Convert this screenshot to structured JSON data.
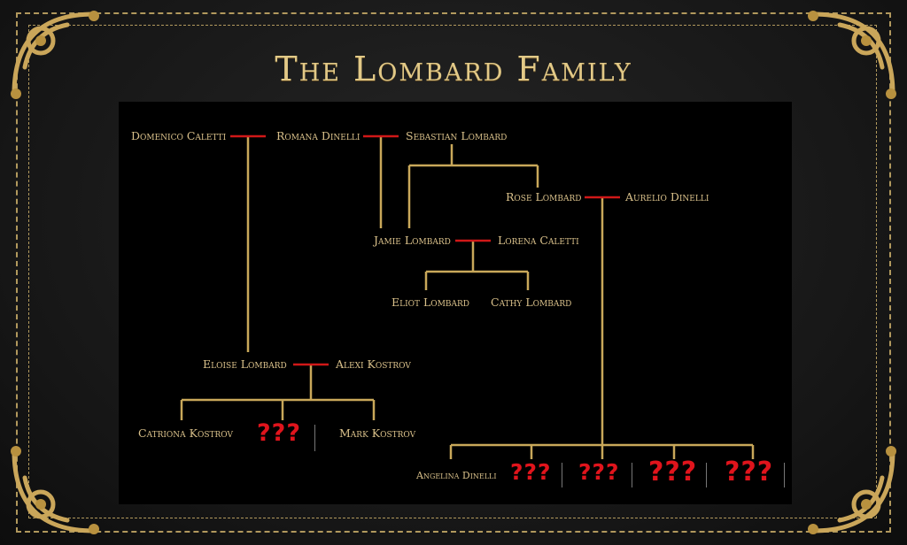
{
  "title": "The Lombard Family",
  "people": {
    "domenico": "Domenico Caletti",
    "romana": "Romana Dinelli",
    "sebastian": "Sebastian Lombard",
    "rose": "Rose Lombard",
    "aurelio": "Aurelio Dinelli",
    "jamie": "Jamie Lombard",
    "lorena": "Lorena Caletti",
    "eliot": "Eliot Lombard",
    "cathy": "Cathy Lombard",
    "eloise": "Eloise Lombard",
    "alexi": "Alexi Kostrov",
    "catriona": "Catriona Kostrov",
    "mark": "Mark Kostrov",
    "angelina": "Angelina Dinelli"
  },
  "unknown_label": "???",
  "colors": {
    "gold": "#c9a85a",
    "marriage": "#d01818",
    "unknown": "#e0141c"
  }
}
